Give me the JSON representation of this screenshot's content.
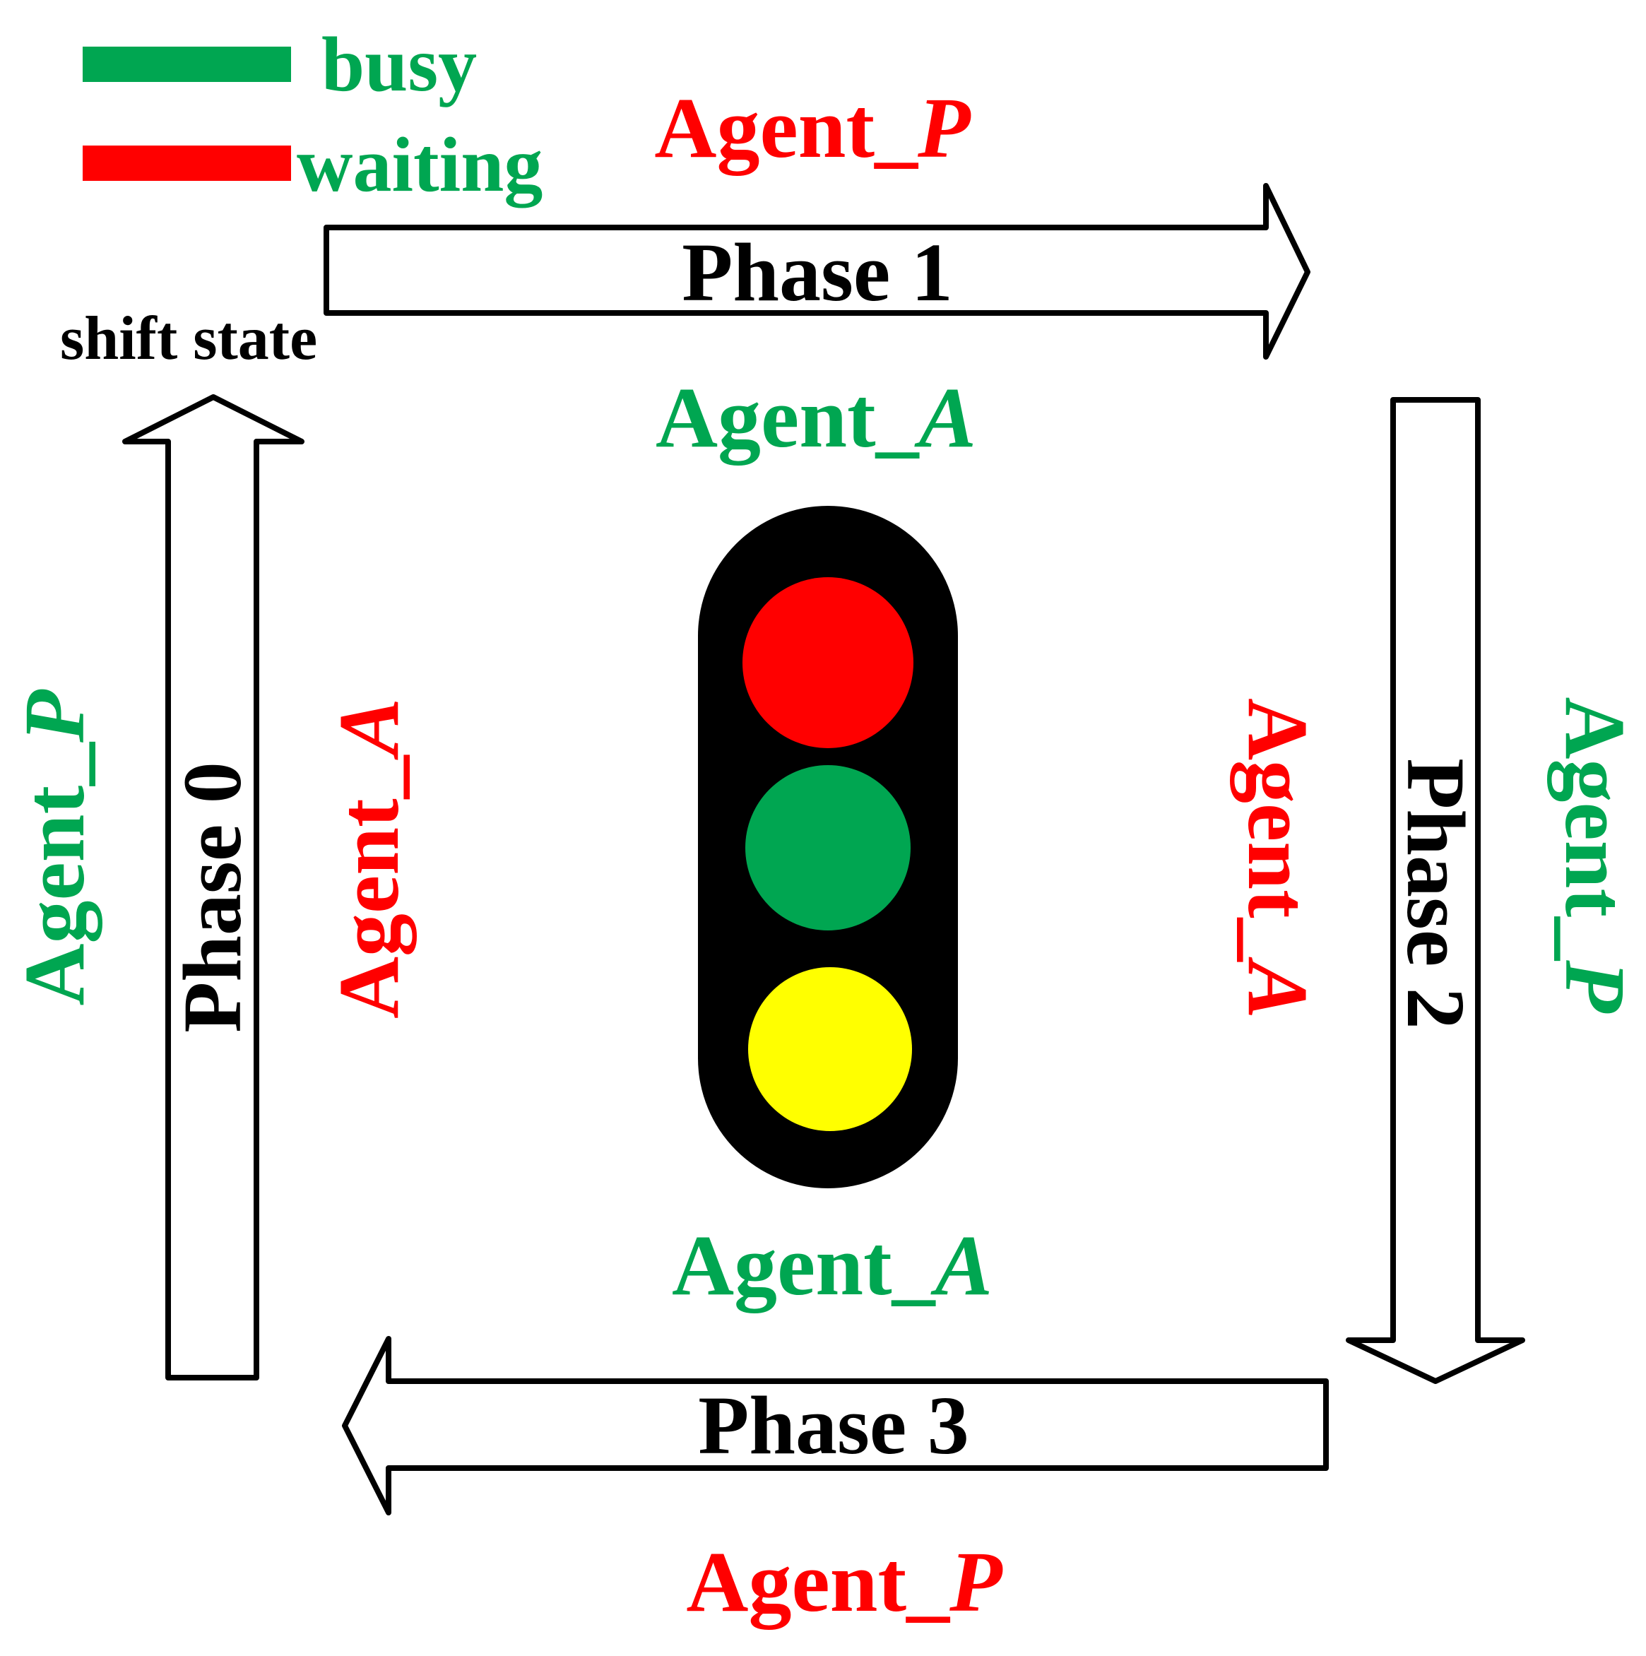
{
  "legend": {
    "busy": {
      "label": "busy",
      "color": "#00A651"
    },
    "waiting": {
      "label": "waiting",
      "color": "#FF0000"
    }
  },
  "colors": {
    "busy": "#00A651",
    "waiting": "#FF0000",
    "text": "#000000",
    "light_housing": "#000000",
    "light_red": "#FF0000",
    "light_green": "#00A651",
    "light_yellow": "#FFFF00"
  },
  "shift_state": "shift state",
  "phases": {
    "p0": "Phase 0",
    "p1": "Phase 1",
    "p2": "Phase 2",
    "p3": "Phase 3"
  },
  "agents": {
    "prefix": "Agent_",
    "a": "A",
    "p": "P"
  },
  "icons": [
    "traffic-light-icon"
  ]
}
